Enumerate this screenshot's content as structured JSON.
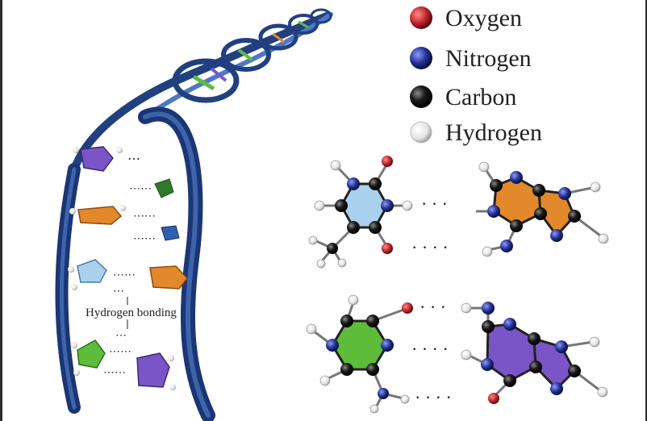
{
  "legend": {
    "items": [
      {
        "label": "Oxygen",
        "color": "#c0262d"
      },
      {
        "label": "Nitrogen",
        "color": "#22318f"
      },
      {
        "label": "Carbon",
        "color": "#111111"
      },
      {
        "label": "Hydrogen",
        "color": "#e8e8e8"
      }
    ]
  },
  "annotation": {
    "hydrogen_bonding": "Hydrogen bonding"
  },
  "colors": {
    "backbone": "#21407f",
    "backbone_light": "#4f78c2",
    "purple_base": "#7a55c8",
    "orange_base": "#e3892b",
    "lightblue_base": "#a9d1ee",
    "green_base": "#5dbd3a"
  }
}
